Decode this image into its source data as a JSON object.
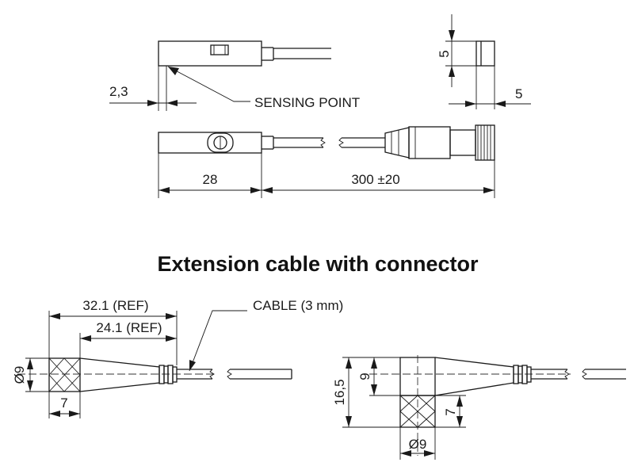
{
  "title": "Extension cable with connector",
  "top_view": {
    "dim_offset": "2,3",
    "sensing_point_label": "SENSING POINT",
    "dim_height": "5",
    "dim_width": "5",
    "dim_body_length": "28",
    "dim_cable_length": "300 ±20"
  },
  "straight_connector": {
    "dim_overall": "32.1 (REF)",
    "dim_body": "24.1 (REF)",
    "cable_label": "CABLE (3 mm)",
    "dim_diameter": "Ø9",
    "dim_knurl": "7"
  },
  "angled_connector": {
    "dim_height": "16,5",
    "dim_head": "9",
    "dim_knurl": "7",
    "dim_diameter": "Ø9"
  }
}
